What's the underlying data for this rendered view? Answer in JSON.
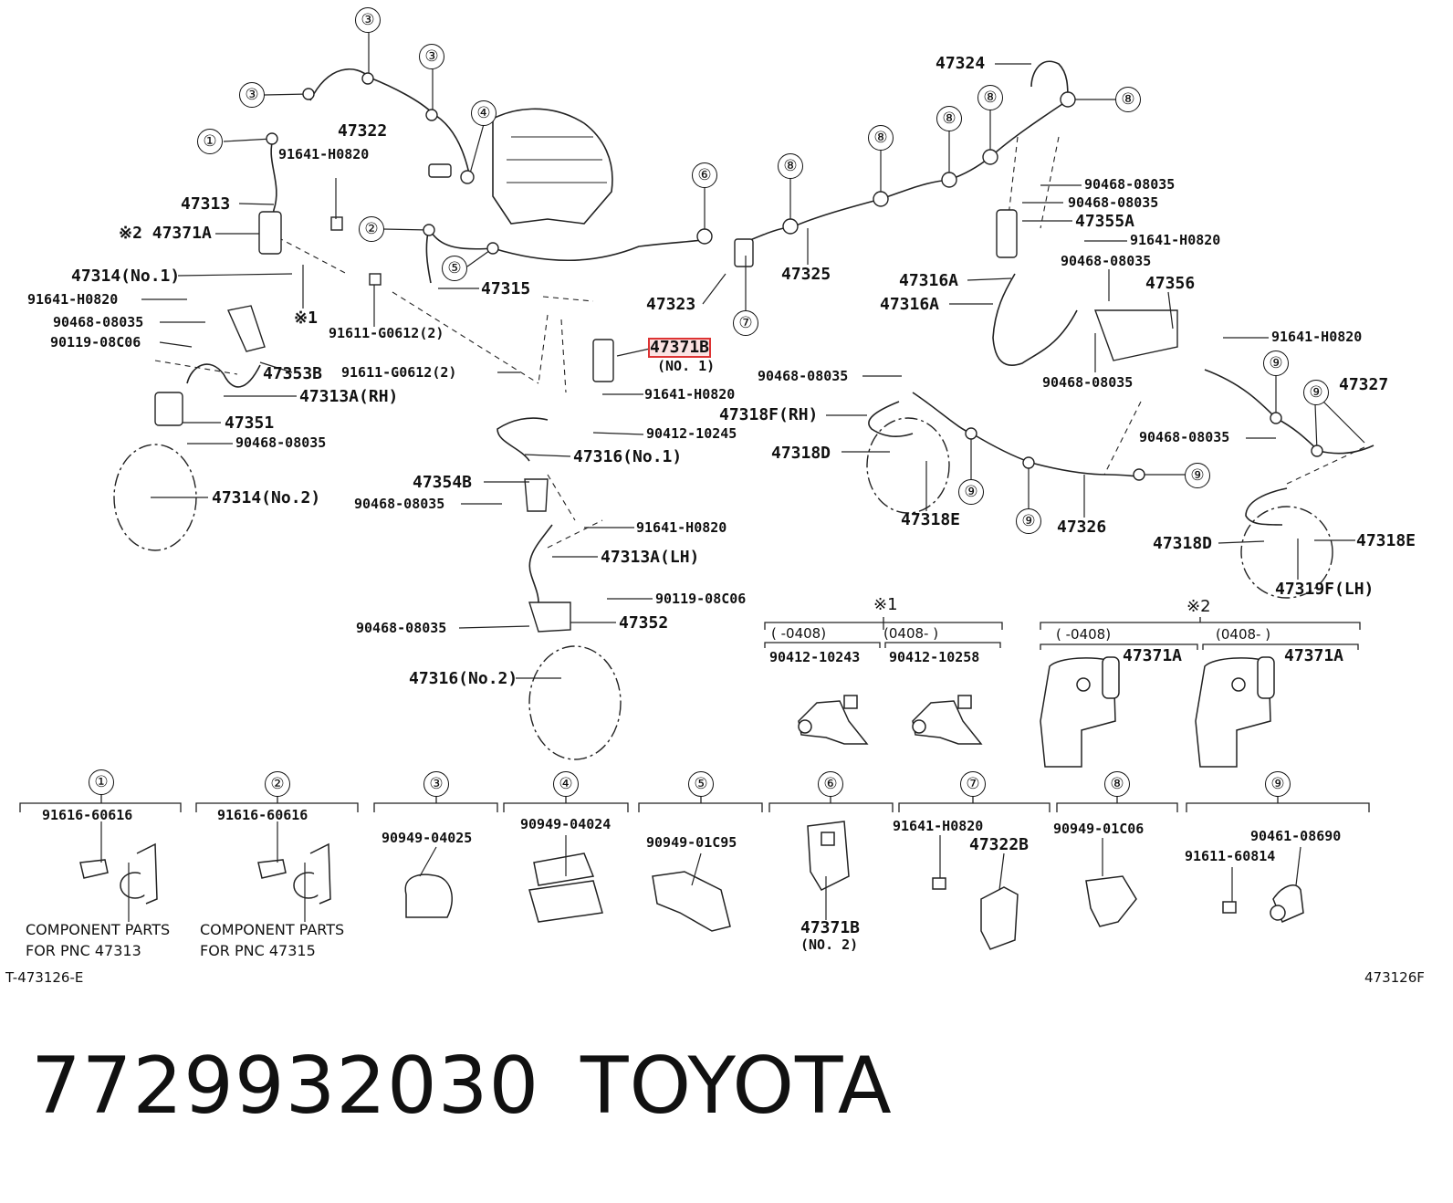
{
  "header_note_1": "※1",
  "header_note_2": "※2",
  "callouts": {
    "c1": "①",
    "c2": "②",
    "c3": "③",
    "c4": "④",
    "c5": "⑤",
    "c6": "⑥",
    "c7": "⑦",
    "c8": "⑧",
    "c9": "⑨"
  },
  "labels": {
    "p47322": "47322",
    "p91641_a": "91641-H0820",
    "p47313": "47313",
    "p47371A_left": "※2 47371A",
    "p47314_no1": "47314(No.1)",
    "p91641_b": "91641-H0820",
    "p90468_a": "90468-08035",
    "p90119_a": "90119-08C06",
    "p47353B": "47353B",
    "p91611_a": "91611-G0612(2)",
    "p91611_b": "91611-G0612(2)",
    "p47313A_rh": "47313A(RH)",
    "p47351": "47351",
    "p90468_b": "90468-08035",
    "p47314_no2": "47314(No.2)",
    "p47315": "47315",
    "p47323": "47323",
    "p47371B_no1": "47371B",
    "p47371B_no1_sub": "(NO. 1)",
    "p91641_c": "91641-H0820",
    "p90412_10245": "90412-10245",
    "p47316_no1": "47316(No.1)",
    "p47354B": "47354B",
    "p90468_c": "90468-08035",
    "p91641_d": "91641-H0820",
    "p47313A_lh": "47313A(LH)",
    "p90119_b": "90119-08C06",
    "p47352": "47352",
    "p90468_d": "90468-08035",
    "p47316_no2": "47316(No.2)",
    "p47324": "47324",
    "p90468_e": "90468-08035",
    "p90468_f": "90468-08035",
    "p47355A": "47355A",
    "p91641_e": "91641-H0820",
    "p90468_g": "90468-08035",
    "p47316A_1": "47316A",
    "p47356": "47356",
    "p47316A_2": "47316A",
    "p47325": "47325",
    "p91641_f": "91641-H0820",
    "p90468_h": "90468-08035",
    "p90468_i": "90468-08035",
    "p47327": "47327",
    "p47318F_rh": "47318F(RH)",
    "p47318D_1": "47318D",
    "p47318E_1": "47318E",
    "p90468_j": "90468-08035",
    "p47326": "47326",
    "p47318D_2": "47318D",
    "p47318E_2": "47318E",
    "p47319F_lh": "47319F(LH)"
  },
  "sub_groups": {
    "g1_note": "※1",
    "g1_range_a": "(   -0408)",
    "g1_range_b": "(0408-    )",
    "g1_part_a": "90412-10243",
    "g1_part_b": "90412-10258",
    "g2_note": "※2",
    "g2_range_a": "(     -0408)",
    "g2_range_b": "(0408-      )",
    "g2_part_a": "47371A",
    "g2_part_b": "47371A"
  },
  "component_legend": [
    {
      "num": "①",
      "parts": [
        "91616-60616"
      ],
      "note": [
        "COMPONENT PARTS",
        "FOR PNC 47313"
      ]
    },
    {
      "num": "②",
      "parts": [
        "91616-60616"
      ],
      "note": [
        "COMPONENT PARTS",
        "FOR PNC 47315"
      ]
    },
    {
      "num": "③",
      "parts": [
        "90949-04025"
      ]
    },
    {
      "num": "④",
      "parts": [
        "90949-04024"
      ]
    },
    {
      "num": "⑤",
      "parts": [
        "90949-01C95"
      ]
    },
    {
      "num": "⑥",
      "parts": [
        "47371B",
        "(NO. 2)"
      ]
    },
    {
      "num": "⑦",
      "parts": [
        "91641-H0820",
        "47322B"
      ]
    },
    {
      "num": "⑧",
      "parts": [
        "90949-01C06"
      ]
    },
    {
      "num": "⑨",
      "parts": [
        "90461-08690",
        "91611-60814"
      ]
    }
  ],
  "footer": {
    "left_code": "T-473126-E",
    "right_code": "473126F",
    "part_number": "7729932030",
    "brand": "TOYOTA"
  }
}
